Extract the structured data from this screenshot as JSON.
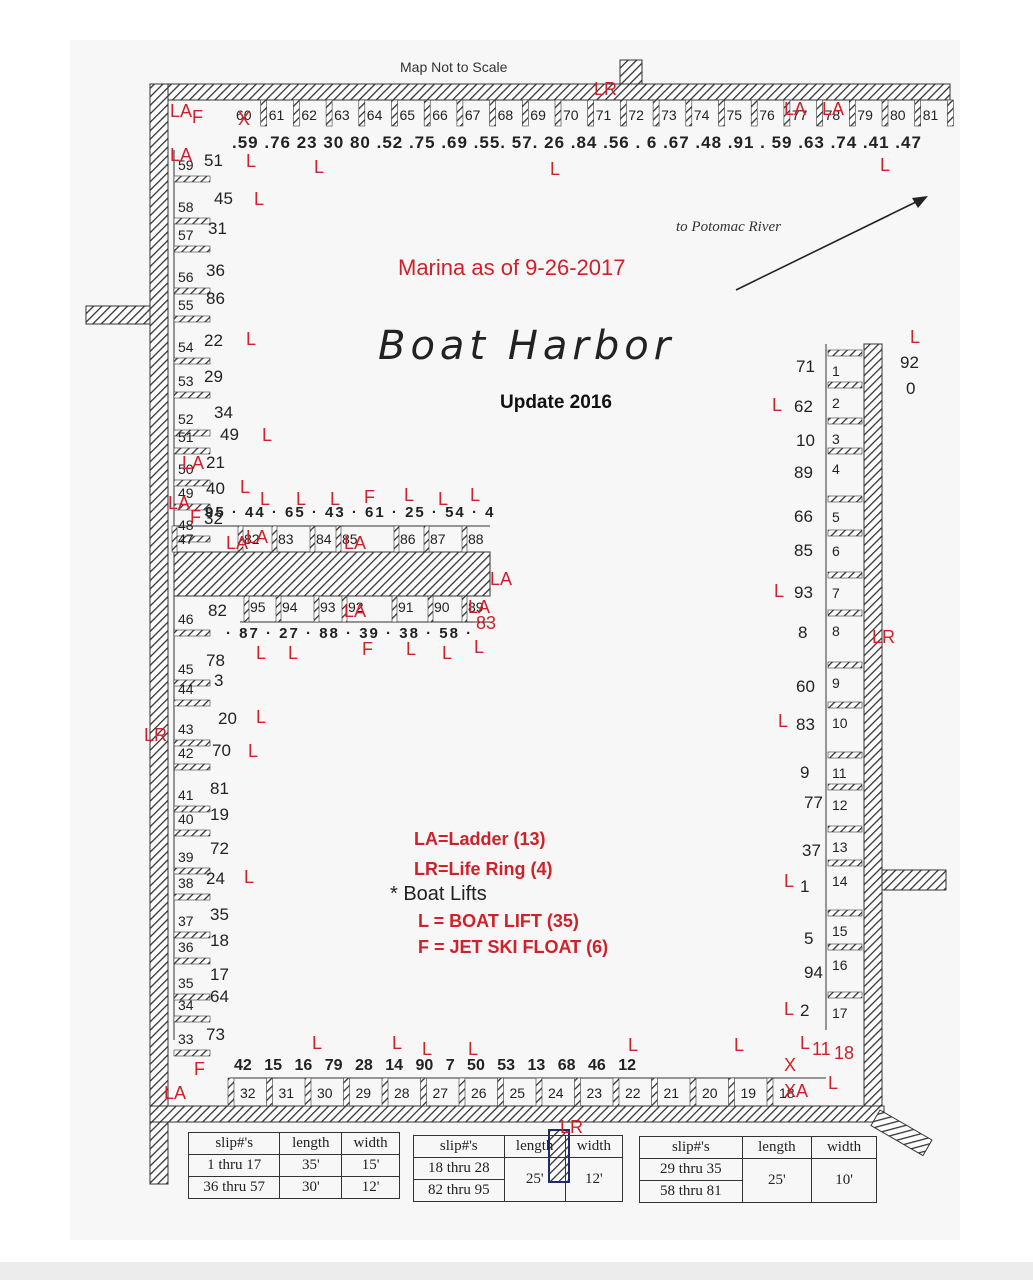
{
  "header": {
    "scale_note": "Map Not to Scale",
    "direction_note": "to Potomac River",
    "marina_date": "Marina as of 9-26-2017",
    "title": "Boat Harbor",
    "update": "Update 2016"
  },
  "legend": {
    "ladder": "LA=Ladder (13)",
    "life_ring": "LR=Life Ring (4)",
    "boat_lifts_star": "* Boat Lifts",
    "boat_lift_l": "L = BOAT LIFT (35)",
    "jet_ski": "F = JET SKI FLOAT (6)"
  },
  "tables": [
    {
      "headers": [
        "slip#'s",
        "length",
        "width"
      ],
      "rows": [
        [
          "1 thru 17",
          "35'",
          "15'"
        ],
        [
          "36 thru 57",
          "30'",
          "12'"
        ]
      ]
    },
    {
      "headers": [
        "slip#'s",
        "length",
        "width"
      ],
      "rows": [
        [
          "18 thru 28",
          "25'",
          "12'"
        ],
        [
          "82 thru 95",
          "",
          ""
        ]
      ]
    },
    {
      "headers": [
        "slip#'s",
        "length",
        "width"
      ],
      "rows": [
        [
          "29 thru 35",
          "25'",
          "10'"
        ],
        [
          "58 thru 81",
          "",
          ""
        ]
      ]
    }
  ],
  "top_slips": [
    "60",
    "61",
    "62",
    "63",
    "64",
    "65",
    "66",
    "67",
    "68",
    "69",
    "70",
    "71",
    "72",
    "73",
    "74",
    "75",
    "76",
    "77",
    "78",
    "79",
    "80",
    "81"
  ],
  "top_owners": ".59 .76 23 30 80 .52 .75 .69 .55. 57. 26 .84 .56 . 6 .67 .48 .91 . 59 .63 .74 .41 .47",
  "pier_top_slips": [
    "47",
    "82",
    "83",
    "84",
    "85",
    "86",
    "87",
    "88"
  ],
  "pier_top_owners": "95 · 44 · 65 · 43 · 61 · 25 · 54 · 4",
  "pier_bottom_slips": [
    "95",
    "94",
    "93",
    "92",
    "91",
    "90",
    "89"
  ],
  "pier_bottom_owners": "· 87 · 27 · 88 · 39 · 38 · 58 ·",
  "bottom_slips": [
    "32",
    "31",
    "30",
    "29",
    "28",
    "27",
    "26",
    "25",
    "24",
    "23",
    "22",
    "21",
    "20",
    "19",
    "18"
  ],
  "bottom_owners": "42 15 16 79 28 14 90 7 50 53 13 68 46 12",
  "left_slips": [
    "59",
    "58",
    "57",
    "56",
    "55",
    "54",
    "53",
    "52",
    "51",
    "50",
    "49",
    "48",
    "46",
    "45",
    "44",
    "43",
    "42",
    "41",
    "40",
    "39",
    "38",
    "37",
    "36",
    "35",
    "34",
    "33"
  ],
  "right_slips": [
    "1",
    "2",
    "3",
    "4",
    "5",
    "6",
    "7",
    "8",
    "9",
    "10",
    "11",
    "12",
    "13",
    "14",
    "15",
    "16",
    "17"
  ],
  "colors": {
    "ink": "#222222",
    "red": "#d0202a",
    "hatch": "#333333",
    "navy": "#1f2a6b"
  }
}
